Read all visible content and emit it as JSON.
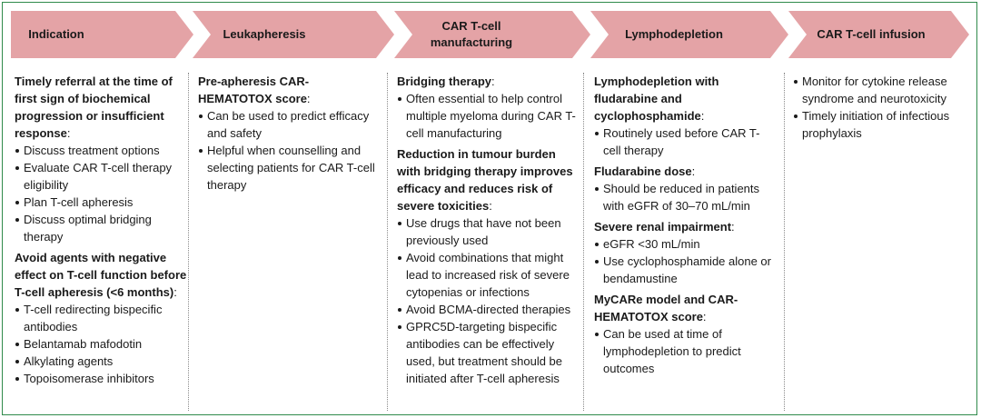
{
  "colors": {
    "arrow_fill": "#e4a3a6",
    "frame": "#2f8a4b",
    "separator": "#8a8a8a"
  },
  "stages": [
    {
      "label": "Indication"
    },
    {
      "label": "Leukapheresis"
    },
    {
      "label": "CAR T-cell manufacturing"
    },
    {
      "label": "Lymphodepletion"
    },
    {
      "label": "CAR T-cell infusion"
    }
  ],
  "columns": [
    {
      "sections": [
        {
          "heading": "Timely referral at the time of first sign of biochemical progression or insufficient response",
          "items": [
            "Discuss treatment options",
            "Evaluate CAR T-cell therapy eligibility",
            "Plan T-cell apheresis",
            "Discuss optimal bridging therapy"
          ]
        },
        {
          "heading": "Avoid agents with negative effect on T-cell function before T-cell apheresis (<6 months)",
          "items": [
            "T-cell redirecting bispecific antibodies",
            "Belantamab mafodotin",
            "Alkylating agents",
            "Topoisomerase inhibitors"
          ]
        }
      ]
    },
    {
      "sections": [
        {
          "heading": "Pre-apheresis CAR-HEMATOTOX score",
          "items": [
            "Can be used to predict efficacy and safety",
            "Helpful when counselling and selecting patients for CAR T-cell therapy"
          ]
        }
      ]
    },
    {
      "sections": [
        {
          "heading": "Bridging therapy",
          "items": [
            "Often essential to help control multiple myeloma during CAR T-cell manufacturing"
          ]
        },
        {
          "heading": "Reduction in tumour burden with bridging therapy improves efficacy and reduces risk of severe toxicities",
          "items": [
            "Use drugs that have not been previously used",
            "Avoid combinations that might lead to increased risk of severe cytopenias or infections",
            "Avoid BCMA-directed therapies",
            "GPRC5D-targeting bispecific antibodies can be effectively used, but treatment should be initiated after T-cell apheresis"
          ]
        }
      ]
    },
    {
      "sections": [
        {
          "heading": "Lymphodepletion with fludarabine and cyclophosphamide",
          "items": [
            "Routinely used before CAR T-cell therapy"
          ]
        },
        {
          "heading": "Fludarabine dose",
          "items": [
            "Should be reduced in patients with eGFR of 30–70 mL/min"
          ]
        },
        {
          "heading": "Severe renal impairment",
          "items": [
            "eGFR <30 mL/min",
            "Use cyclophosphamide alone or bendamustine"
          ]
        },
        {
          "heading": "MyCARe model and CAR-HEMATOTOX score",
          "items": [
            "Can be used at time of lymphodepletion to predict outcomes"
          ]
        }
      ]
    },
    {
      "sections": [
        {
          "heading": "",
          "items": [
            "Monitor for cytokine release syndrome and neurotoxicity",
            "Timely initiation of infectious prophylaxis"
          ]
        }
      ]
    }
  ]
}
